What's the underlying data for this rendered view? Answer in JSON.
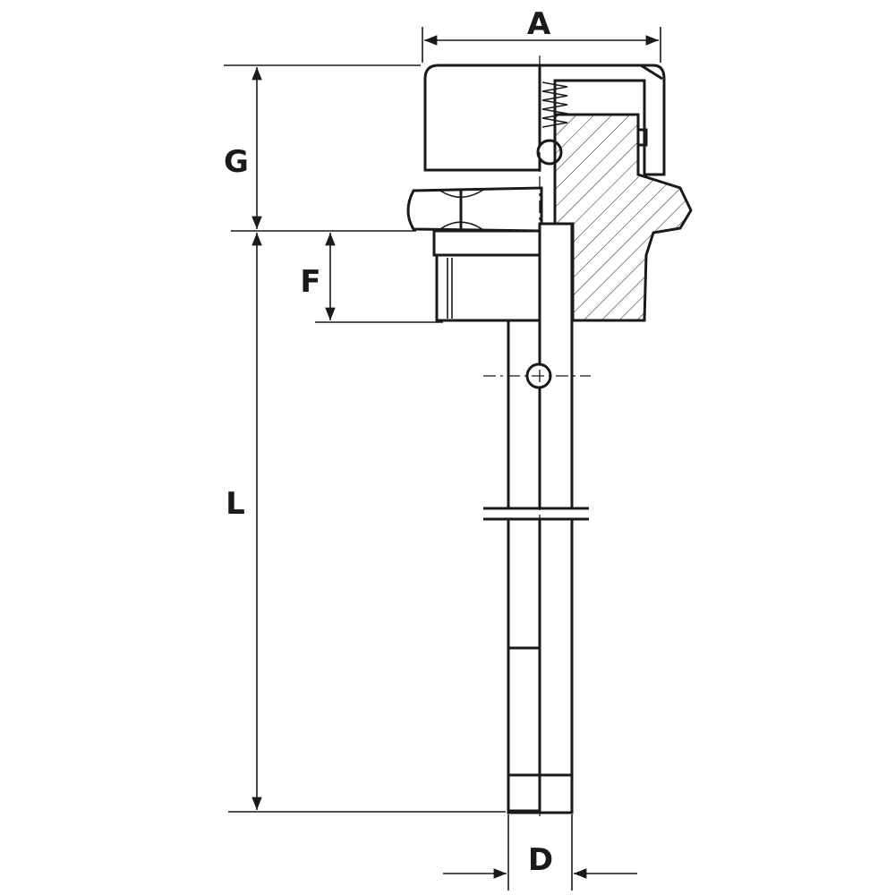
{
  "diagram": {
    "dimensions": {
      "A": "A",
      "G": "G",
      "F": "F",
      "L": "L",
      "D": "D"
    }
  }
}
